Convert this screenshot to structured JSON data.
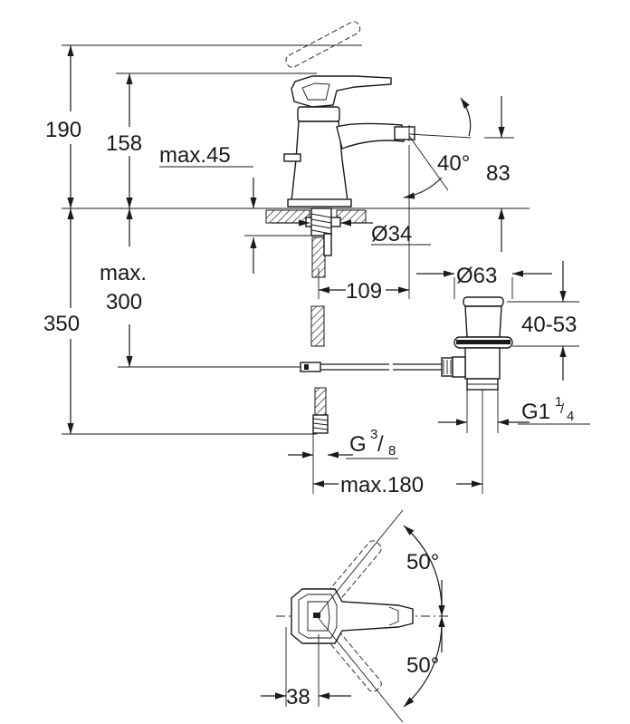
{
  "dimensions": {
    "overall_height": "190",
    "spout_height": "158",
    "max_thickness": "max.45",
    "spray_angle": "40°",
    "spout_outlet_height": "83",
    "hole_diameter": "Ø34",
    "max_hose": "max.",
    "max_hose_value": "300",
    "below_deck": "350",
    "spout_reach": "109",
    "waste_diameter": "Ø63",
    "waste_range": "40-53",
    "waste_thread_main": "G1",
    "waste_thread_num": "1",
    "waste_thread_den": "4",
    "supply_thread_main": "G",
    "supply_thread_num": "3",
    "supply_thread_den": "8",
    "max_reach": "max.180",
    "lever_angle_up": "50°",
    "lever_angle_down": "50°",
    "lever_width": "38"
  }
}
